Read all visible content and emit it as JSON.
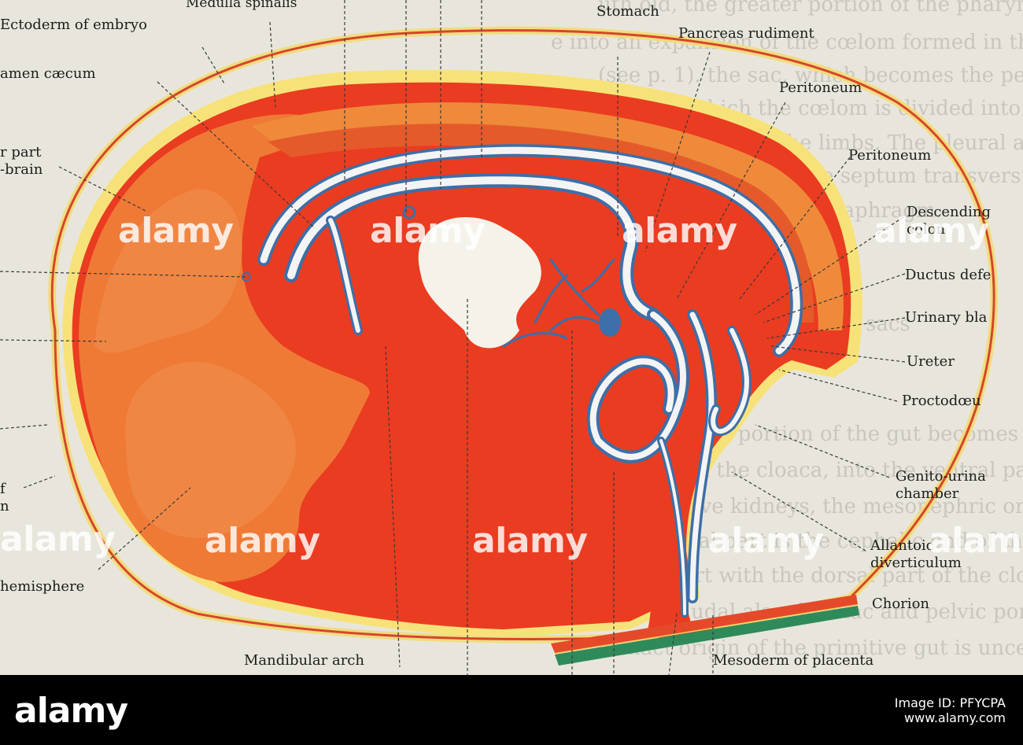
{
  "labels": {
    "medulla_spinalis": "Medulla spinalis",
    "ectoderm_of_embryo": "Ectoderm of embryo",
    "foramen_caecum": "amen cæcum",
    "hind_brain_part": "r part",
    "hind_brain": "-brain",
    "cerebral_hemisphere_frag": "f",
    "cerebral_hemisphere_frag2": "n",
    "hemisphere": "hemisphere",
    "mandibular_arch": "Mandibular arch",
    "stomach": "Stomach",
    "pancreas_rudiment": "Pancreas rudiment",
    "peritoneum_1": "Peritoneum",
    "peritoneum_2": "Peritoneum",
    "descending_colon_1": "Descending",
    "descending_colon_2": "colon",
    "ductus_deferens": "Ductus defe",
    "urinary_bladder": "Urinary bla",
    "ureter": "Ureter",
    "proctodaeum": "Proctodœu",
    "genito_urinary_1": "Genito-urina",
    "genito_urinary_2": "chamber",
    "allantoic_1": "Allantoic",
    "allantoic_2": "diverticulum",
    "chorion": "Chorion",
    "mesoderm_placenta": "Mesoderm of placenta"
  },
  "watermark": {
    "text": "alamy"
  },
  "footer": {
    "logo": "alamy",
    "image_id_line": "Image ID: PFYCPA",
    "url": "www.alamy.com"
  },
  "colors": {
    "paper": "#e8e6dc",
    "chorion_line": "#d6462a",
    "body_red": "#ea3c21",
    "brain_orange": "#ef7a36",
    "yellow_border": "#f7e27a",
    "vessel_blue": "#3d6fa8",
    "placenta_green": "#2f8a5a"
  }
}
